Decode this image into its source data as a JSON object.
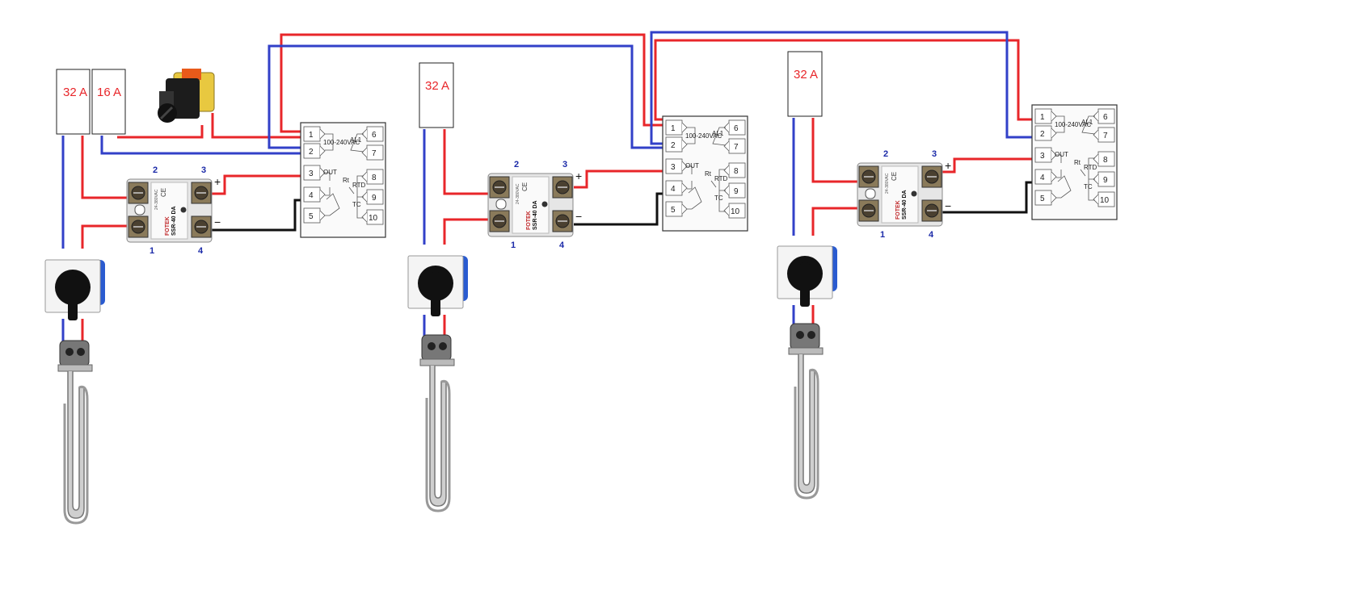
{
  "colors": {
    "live": "#e8262a",
    "neutral": "#3240c8",
    "signal": "#111111",
    "label": "#1b2aa8"
  },
  "breakers": [
    {
      "label": "32 A"
    },
    {
      "label": "16 A"
    },
    {
      "label": "32 A"
    },
    {
      "label": "32 A"
    }
  ],
  "ssr": {
    "terminals": [
      "2",
      "3",
      "1",
      "4"
    ],
    "plus": "+",
    "minus": "−",
    "brand": "FOTEK",
    "model": "SSR-40 DA",
    "range": "24-380VAC",
    "ce": "CE"
  },
  "controller": {
    "supply": "100-240VAC",
    "out": "OUT",
    "al": "AL1",
    "rtd": "RTD",
    "rt": "Rt",
    "tc": "TC",
    "left_terminals": [
      "1",
      "2",
      "3",
      "4",
      "5"
    ],
    "right_terminals": [
      "6",
      "7",
      "8",
      "9",
      "10"
    ]
  },
  "icons": [
    "selector-switch-icon",
    "rotary-cam-switch-icon",
    "immersion-heater-icon",
    "solid-state-relay-icon",
    "temperature-controller-icon",
    "circuit-breaker-icon"
  ]
}
